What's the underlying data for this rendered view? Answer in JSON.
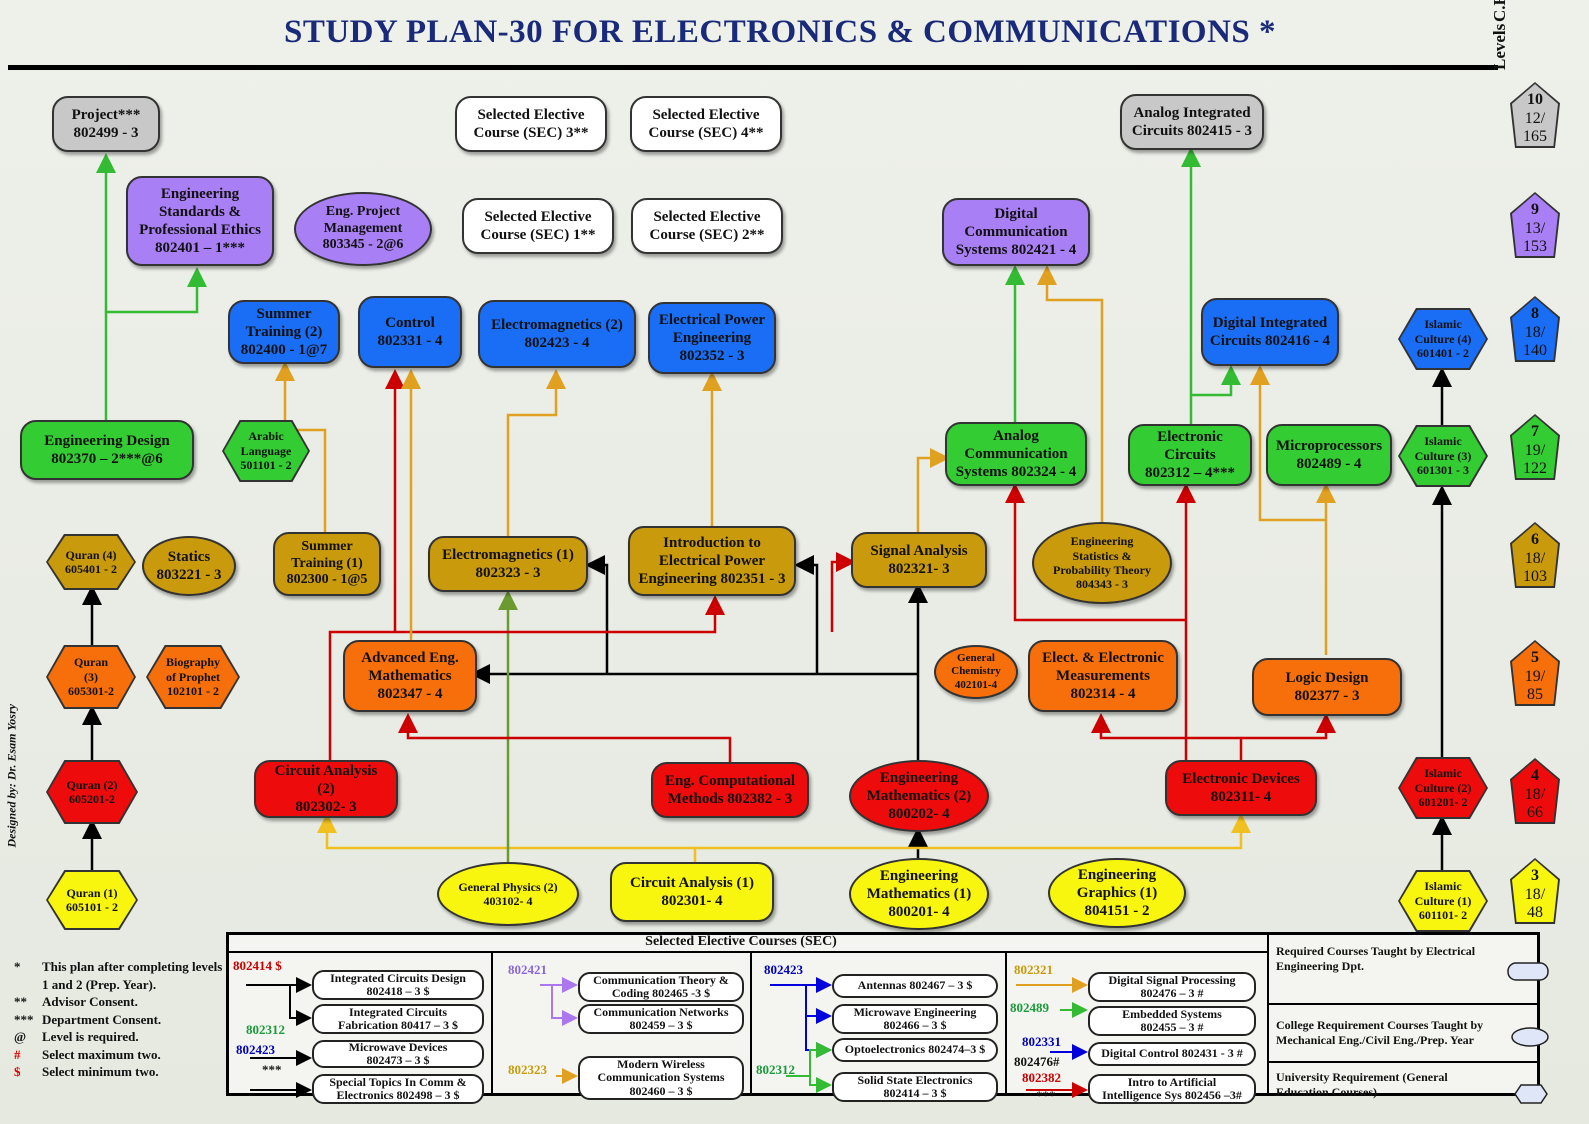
{
  "title": "STUDY PLAN-30 FOR ELECTRONICS & COMMUNICATIONS *",
  "levels_header": {
    "levels": "Levels",
    "ch": "C.H"
  },
  "designer": "Designed by: Dr. Esam Yosry",
  "colors": {
    "gray": "#c8c8c8",
    "purple": "#a97ff5",
    "blue": "#1a6ef5",
    "green": "#33cc33",
    "gold": "#c99a0b",
    "orange": "#f66f0a",
    "red": "#ee0b0b",
    "yellow": "#f8f50e"
  },
  "levels": [
    {
      "level": "10",
      "ch": "12/\n165"
    },
    {
      "level": "9",
      "ch": "13/\n153"
    },
    {
      "level": "8",
      "ch": "18/\n140"
    },
    {
      "level": "7",
      "ch": "19/\n122"
    },
    {
      "level": "6",
      "ch": "18/\n103"
    },
    {
      "level": "5",
      "ch": "19/\n85"
    },
    {
      "level": "4",
      "ch": "18/\n66"
    },
    {
      "level": "3",
      "ch": "18/\n48"
    }
  ],
  "courses": {
    "project": "Project***\n802499 - 3",
    "sec3": "Selected Elective\nCourse (SEC) 3**",
    "sec4": "Selected Elective\nCourse (SEC) 4**",
    "analog_ic": "Analog Integrated\nCircuits 802415 - 3",
    "eng_std": "Engineering\nStandards &\nProfessional Ethics\n802401 – 1***",
    "eng_pm": "Eng. Project\nManagement\n803345 - 2@6",
    "sec1": "Selected Elective\nCourse (SEC) 1**",
    "sec2": "Selected Elective\nCourse (SEC) 2**",
    "digital_comm": "Digital\nCommunication\nSystems 802421 - 4",
    "summer2": "Summer\nTraining (2)\n802400 - 1@7",
    "control": "Control\n802331 - 4",
    "em2": "Electromagnetics (2)\n802423 - 4",
    "epe": "Electrical Power\nEngineering\n802352 - 3",
    "dic": "Digital Integrated\nCircuits 802416 - 4",
    "eng_design": "Engineering Design\n802370 – 2***@6",
    "analog_comm": "Analog\nCommunication\nSystems 802324 - 4",
    "elec_circ": "Electronic\nCircuits\n802312 – 4***",
    "micro": "Microprocessors\n802489 - 4",
    "statics": "Statics\n803221 - 3",
    "summer1": "Summer\nTraining (1)\n802300 - 1@5",
    "em1": "Electromagnetics (1)\n802323 - 3",
    "intro_epe": "Introduction to\nElectrical Power\nEngineering 802351 - 3",
    "signal": "Signal Analysis\n802321- 3",
    "eng_stat": "Engineering\nStatistics &\nProbability Theory\n804343 - 3",
    "adv_math": "Advanced Eng.\nMathematics\n802347 - 4",
    "gen_chem": "General\nChemistry\n402101-4",
    "measure": "Elect. & Electronic\nMeasurements\n802314 - 4",
    "logic": "Logic Design\n802377 - 3",
    "circ2": "Circuit Analysis\n(2)\n802302- 3",
    "comp_methods": "Eng. Computational\nMethods 802382 - 3",
    "eng_math2": "Engineering\nMathematics (2)\n800202- 4",
    "elec_dev": "Electronic Devices\n802311- 4",
    "phys2": "General Physics (2)\n403102- 4",
    "circ1": "Circuit Analysis (1)\n802301- 4",
    "eng_math1": "Engineering\nMathematics (1)\n800201- 4",
    "graphics": "Engineering\nGraphics (1)\n804151 - 2"
  },
  "hexagons": {
    "arabic": "Arabic\nLanguage\n501101 - 2",
    "quran4": "Quran (4)\n605401 - 2",
    "quran3": "Quran\n(3)\n605301-2",
    "biography": "Biography\nof Prophet\n102101 - 2",
    "quran2": "Quran (2)\n605201-2",
    "quran1": "Quran (1)\n605101 - 2",
    "islamic4": "Islamic\nCulture (4)\n601401 - 2",
    "islamic3": "Islamic\nCulture (3)\n601301 - 3",
    "islamic2": "Islamic\nCulture (2)\n601201- 2",
    "islamic1": "Islamic\nCulture (1)\n601101- 2"
  },
  "notes": [
    {
      "sym": "*",
      "text": "This plan after completing levels 1 and 2 (Prep. Year)."
    },
    {
      "sym": "**",
      "text": "Advisor Consent."
    },
    {
      "sym": "***",
      "text": "Department Consent."
    },
    {
      "sym": "@",
      "text": "Level is required."
    },
    {
      "sym": "#",
      "text": "Select maximum two."
    },
    {
      "sym": "$",
      "text": "Select minimum two."
    }
  ],
  "sec": {
    "title": "Selected Elective Courses (SEC)",
    "col1": {
      "codes": [
        "802414 $",
        "802312",
        "802423",
        "***"
      ],
      "items": [
        "Integrated Circuits Design\n802418 – 3 $",
        "Integrated Circuits\nFabrication 80417 – 3 $",
        "Microwave Devices\n802473 – 3 $",
        "Special Topics In Comm &\nElectronics 802498 – 3 $"
      ]
    },
    "col2": {
      "codes": [
        "802421",
        "802323"
      ],
      "items": [
        "Communication Theory &\nCoding 802465 -3 $",
        "Communication Networks\n802459 – 3 $",
        "Modern Wireless\nCommunication Systems\n802460 – 3 $"
      ]
    },
    "col3": {
      "codes": [
        "802423",
        "802312"
      ],
      "items": [
        "Antennas 802467 – 3 $",
        "Microwave Engineering\n802466 – 3 $",
        "Optoelectronics 802474–3 $",
        "Solid State Electronics\n802414 – 3 $"
      ]
    },
    "col4": {
      "codes": [
        "802321",
        "802489",
        "802331",
        "802476#",
        "802382",
        "***"
      ],
      "items": [
        "Digital Signal Processing\n802476 – 3 #",
        "Embedded Systems\n802455 – 3 #",
        "Digital Control 802431 - 3 #",
        "Intro to Artificial\nIntelligence Sys 802456 –3#"
      ]
    }
  },
  "legend": [
    "Required Courses Taught by Electrical Engineering Dpt.",
    "College Requirement Courses Taught by Mechanical  Eng./Civil Eng./Prep. Year",
    "University Requirement (General Education Courses)"
  ]
}
